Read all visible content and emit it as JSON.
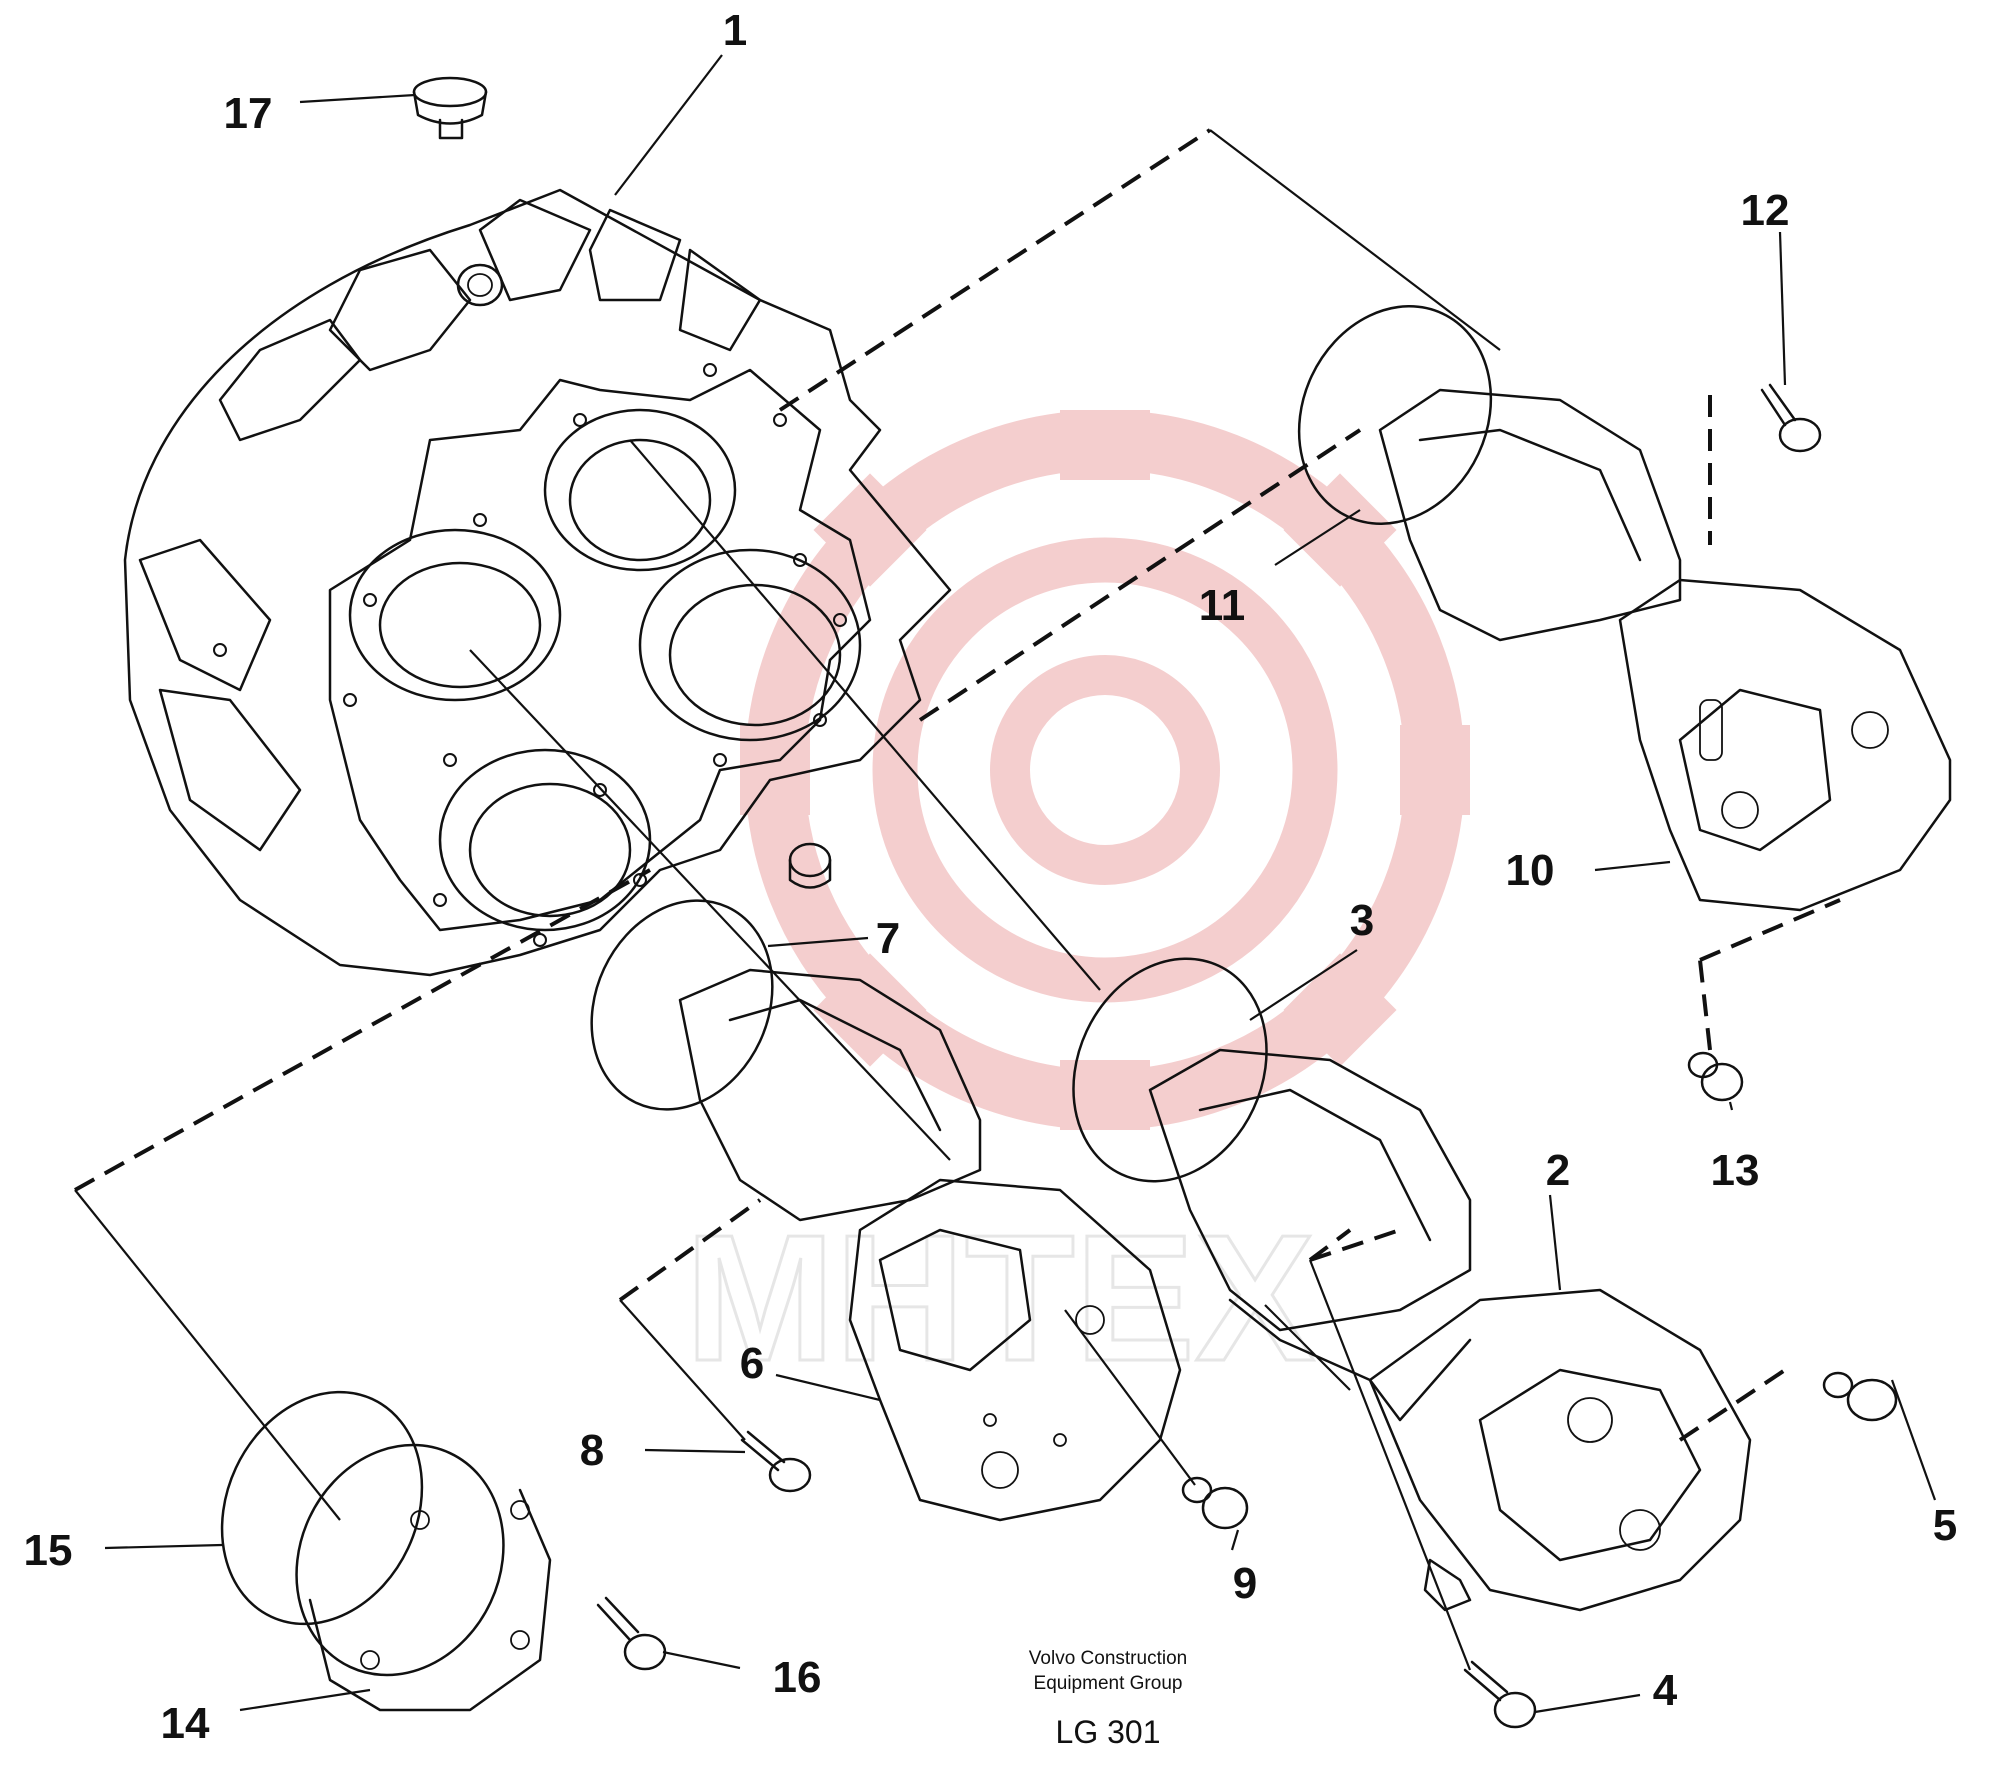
{
  "labels": {
    "l1": "1",
    "l2": "2",
    "l3": "3",
    "l4": "4",
    "l5": "5",
    "l6": "6",
    "l7": "7",
    "l8": "8",
    "l9": "9",
    "l10": "10",
    "l11": "11",
    "l12": "12",
    "l13": "13",
    "l14": "14",
    "l15": "15",
    "l16": "16",
    "l17": "17"
  },
  "caption": {
    "line1": "Volvo Construction",
    "line2": "Equipment Group",
    "code": "LG 301"
  },
  "watermark": {
    "text": "MHTEX",
    "color": "#f3c9c9"
  }
}
